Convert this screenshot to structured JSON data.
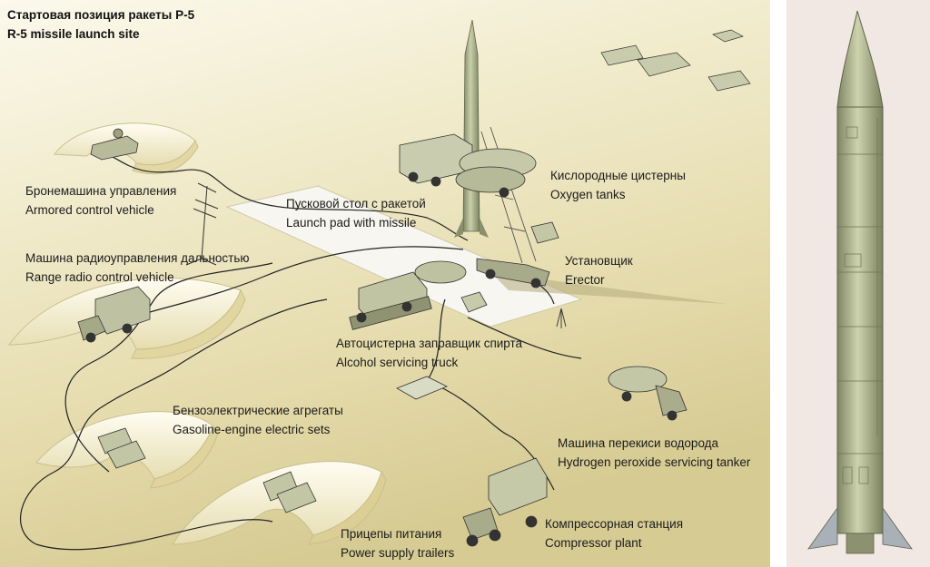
{
  "title": {
    "ru": "Стартовая позиция ракеты Р-5",
    "en": "R-5 missile launch site"
  },
  "labels": {
    "armored_control": {
      "ru": "Бронемашина управления",
      "en": "Armored control vehicle"
    },
    "launch_pad": {
      "ru": "Пусковой стол с ракетой",
      "en": "Launch pad with missile"
    },
    "oxygen_tanks": {
      "ru": "Кислородные цистерны",
      "en": "Oxygen tanks"
    },
    "range_radio": {
      "ru": "Машина радиоуправления дальностью",
      "en": "Range radio control vehicle"
    },
    "erector": {
      "ru": "Установщик",
      "en": "Erector"
    },
    "alcohol_truck": {
      "ru": "Автоцистерна заправщик спирта",
      "en": "Alcohol servicing truck"
    },
    "electric_sets": {
      "ru": "Бензоэлектрические агрегаты",
      "en": "Gasoline-engine electric sets"
    },
    "hydrogen_peroxide": {
      "ru": "Машина перекиси водорода",
      "en": "Hydrogen peroxide servicing tanker"
    },
    "compressor": {
      "ru": "Компрессорная станция",
      "en": "Compressor plant"
    },
    "power_trailers": {
      "ru": "Прицепы питания",
      "en": "Power supply trailers"
    }
  },
  "colors": {
    "terrain_light": "#f6f2dc",
    "terrain_dark": "#d9cf9a",
    "rocket_body": "#b9bf98",
    "rocket_shade": "#8d936e",
    "side_panel_bg": "#f1e7e3",
    "cable": "#222222"
  }
}
